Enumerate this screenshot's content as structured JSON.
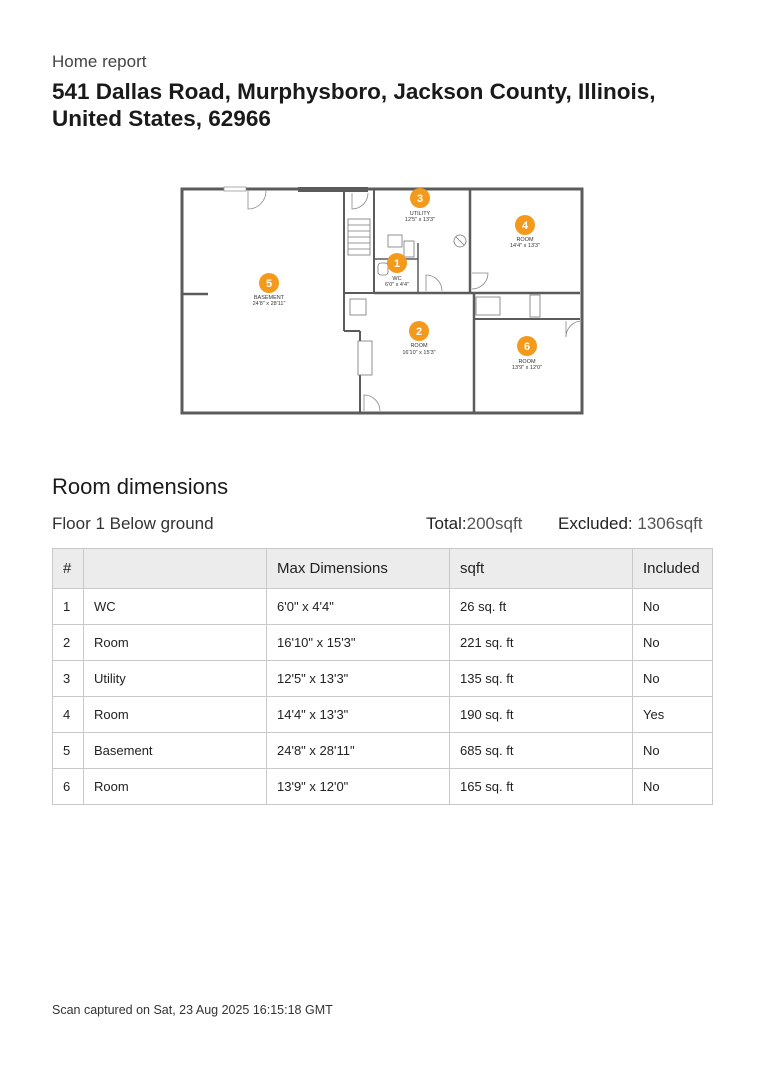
{
  "header": {
    "subtitle": "Home report",
    "address": "541 Dallas Road, Murphysboro, Jackson County, Illinois, United States, 62966"
  },
  "floorplan": {
    "rooms": [
      {
        "num": "1",
        "name": "WC",
        "dims": "6'0\" x 4'4\""
      },
      {
        "num": "2",
        "name": "ROOM",
        "dims": "16'10\" x 15'3\""
      },
      {
        "num": "3",
        "name": "UTILITY",
        "dims": "12'5\" x 13'3\""
      },
      {
        "num": "4",
        "name": "ROOM",
        "dims": "14'4\" x 13'3\""
      },
      {
        "num": "5",
        "name": "BASEMENT",
        "dims": "24'8\" x 28'11\""
      },
      {
        "num": "6",
        "name": "ROOM",
        "dims": "13'9\" x 12'0\""
      }
    ]
  },
  "section": {
    "title": "Room dimensions",
    "floor_name": "Floor 1 Below ground",
    "total_label": "Total:",
    "total_value": "200sqft",
    "excluded_label": "Excluded:",
    "excluded_value": " 1306sqft"
  },
  "table": {
    "headers": [
      "#",
      "",
      "Max Dimensions",
      "sqft",
      "Included"
    ],
    "rows": [
      [
        "1",
        "WC",
        "6'0\" x 4'4\"",
        "26 sq. ft",
        "No"
      ],
      [
        "2",
        "Room",
        "16'10\" x 15'3\"",
        "221 sq. ft",
        "No"
      ],
      [
        "3",
        "Utility",
        "12'5\" x 13'3\"",
        "135 sq. ft",
        "No"
      ],
      [
        "4",
        "Room",
        "14'4\" x 13'3\"",
        "190 sq. ft",
        "Yes"
      ],
      [
        "5",
        "Basement",
        "24'8\" x 28'11\"",
        "685 sq. ft",
        "No"
      ],
      [
        "6",
        "Room",
        "13'9\" x 12'0\"",
        "165 sq. ft",
        "No"
      ]
    ]
  },
  "footer": {
    "text": "Scan captured on Sat, 23 Aug 2025 16:15:18 GMT"
  },
  "colors": {
    "badge": "#f39a1c",
    "wall": "#5b5b5b",
    "table_header_bg": "#ececec",
    "table_border": "#c9c9c9"
  }
}
